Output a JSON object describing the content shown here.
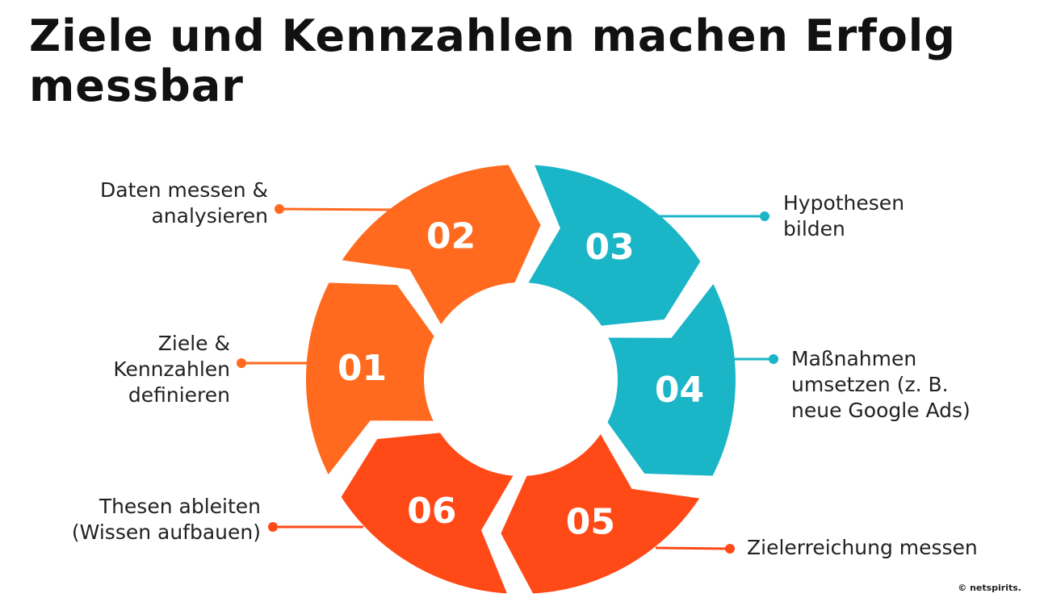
{
  "title": "Ziele und Kennzahlen machen Erfolg messbar",
  "colors": {
    "orange": "#FF6A1F",
    "red_orange": "#FF4A17",
    "teal": "#1AB5C7",
    "background": "#FFFFFF",
    "text": "#111111"
  },
  "segments": [
    {
      "number": "01",
      "label": "Ziele &\nKennzahlen\ndefinieren",
      "color": "#FF6A1F"
    },
    {
      "number": "02",
      "label": "Daten messen &\nanalysieren",
      "color": "#FF6A1F"
    },
    {
      "number": "03",
      "label": "Hypothesen\nbilden",
      "color": "#1AB5C7"
    },
    {
      "number": "04",
      "label": "Maßnahmen\numsetzen (z. B.\nneue Google Ads)",
      "color": "#1AB5C7"
    },
    {
      "number": "05",
      "label": "Zielerreichung messen",
      "color": "#FF4A17"
    },
    {
      "number": "06",
      "label": "Thesen ableiten\n(Wissen aufbauen)",
      "color": "#FF4A17"
    }
  ],
  "copyright": "© netspirits."
}
